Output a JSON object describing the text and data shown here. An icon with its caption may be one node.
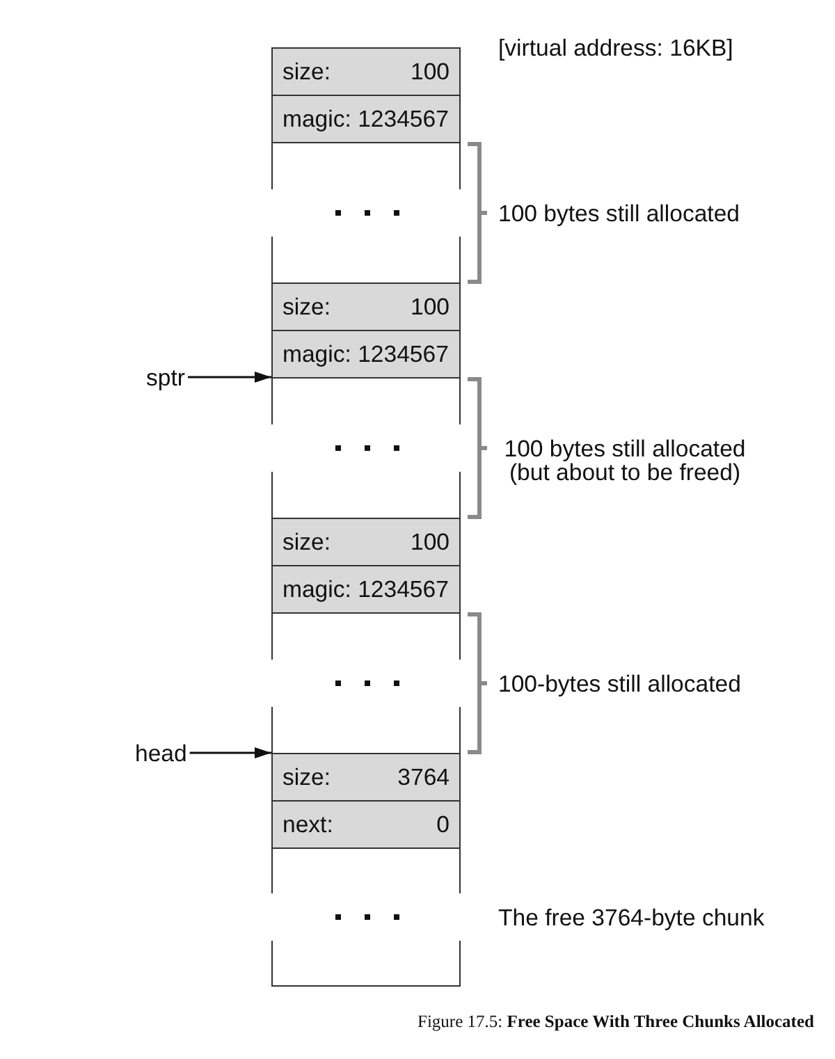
{
  "diagram": {
    "caption": "Figure 17.5: **Free Space With Three Chunks Allocated**",
    "nodes": [
      {
        "text": [
          "size:",
          "100"
        ]
      },
      {
        "text": [
          "magic: 1234567"
        ]
      },
      {
        "text": [],
        "shape": "box",
        "beside": [
          "100 bytes still allocated"
        ]
      },
      {
        "text": [
          "size:",
          "100"
        ]
      },
      {
        "text": [
          "magic: 1234567"
        ]
      },
      {
        "text": [
          "sptr"
        ]
      },
      {
        "text": [],
        "shape": "box",
        "beside": [
          "100 bytes still allocated (but about to be freed)"
        ]
      },
      {
        "text": [
          "size:",
          "100"
        ]
      },
      {
        "text": [
          "magic: 1234567"
        ]
      },
      {
        "text": [],
        "shape": "box",
        "beside": [
          "100-bytes still allocated"
        ]
      },
      {
        "text": [
          "head"
        ]
      },
      {
        "text": [
          "size:",
          "3764"
        ]
      },
      {
        "text": [
          "next:",
          "0"
        ]
      },
      {
        "text": [],
        "shape": "box",
        "beside": [
          "The free 3764-byte chunk"
        ]
      }
    ],
    "edges": [
      {
        "from": 5,
        "to": 6,
        "arrow": "to"
      },
      {
        "from": 10,
        "to": 11,
        "arrow": "to"
      }
    ],
    "labels": [
      "[virtual address: 16KB]"
    ]
  }
}
